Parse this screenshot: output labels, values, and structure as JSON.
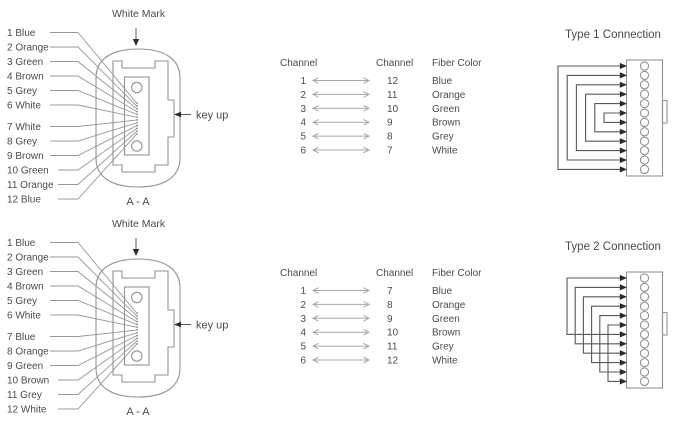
{
  "colors": {
    "background": "#ffffff",
    "text": "#4b4b4e",
    "diagram_line": "#939397",
    "bracket_line": "#58585c",
    "arrowhead": "#2b2b2d",
    "table_arrow": "#a8a8ac"
  },
  "sections": {
    "type1": {
      "connector": {
        "white_mark": "White Mark",
        "key_up": "key up",
        "section_view": "A - A",
        "fiber_labels": [
          "1 Blue",
          "2 Orange",
          "3 Green",
          "4 Brown",
          "5 Grey",
          "6 White",
          "7 White",
          "8 Grey",
          "9 Brown",
          "10 Green",
          "11 Orange",
          "12 Blue"
        ]
      },
      "mapping_table": {
        "headers": [
          "Channel",
          "Channel",
          "Fiber Color"
        ],
        "rows": [
          {
            "channel_a": "1",
            "channel_b": "12",
            "fiber_color": "Blue"
          },
          {
            "channel_a": "2",
            "channel_b": "11",
            "fiber_color": "Orange"
          },
          {
            "channel_a": "3",
            "channel_b": "10",
            "fiber_color": "Green"
          },
          {
            "channel_a": "4",
            "channel_b": "9",
            "fiber_color": "Brown"
          },
          {
            "channel_a": "5",
            "channel_b": "8",
            "fiber_color": "Grey"
          },
          {
            "channel_a": "6",
            "channel_b": "7",
            "fiber_color": "White"
          }
        ]
      },
      "connection": {
        "title": "Type 1 Connection"
      }
    },
    "type2": {
      "connector": {
        "white_mark": "White Mark",
        "key_up": "key up",
        "section_view": "A - A",
        "fiber_labels": [
          "1 Blue",
          "2 Orange",
          "3 Green",
          "4 Brown",
          "5 Grey",
          "6 White",
          "7 Blue",
          "8 Orange",
          "9 Green",
          "10 Brown",
          "11 Grey",
          "12 White"
        ]
      },
      "mapping_table": {
        "headers": [
          "Channel",
          "Channel",
          "Fiber Color"
        ],
        "rows": [
          {
            "channel_a": "1",
            "channel_b": "7",
            "fiber_color": "Blue"
          },
          {
            "channel_a": "2",
            "channel_b": "8",
            "fiber_color": "Orange"
          },
          {
            "channel_a": "3",
            "channel_b": "9",
            "fiber_color": "Green"
          },
          {
            "channel_a": "4",
            "channel_b": "10",
            "fiber_color": "Brown"
          },
          {
            "channel_a": "5",
            "channel_b": "11",
            "fiber_color": "Grey"
          },
          {
            "channel_a": "6",
            "channel_b": "12",
            "fiber_color": "White"
          }
        ]
      },
      "connection": {
        "title": "Type 2 Connection"
      }
    }
  }
}
